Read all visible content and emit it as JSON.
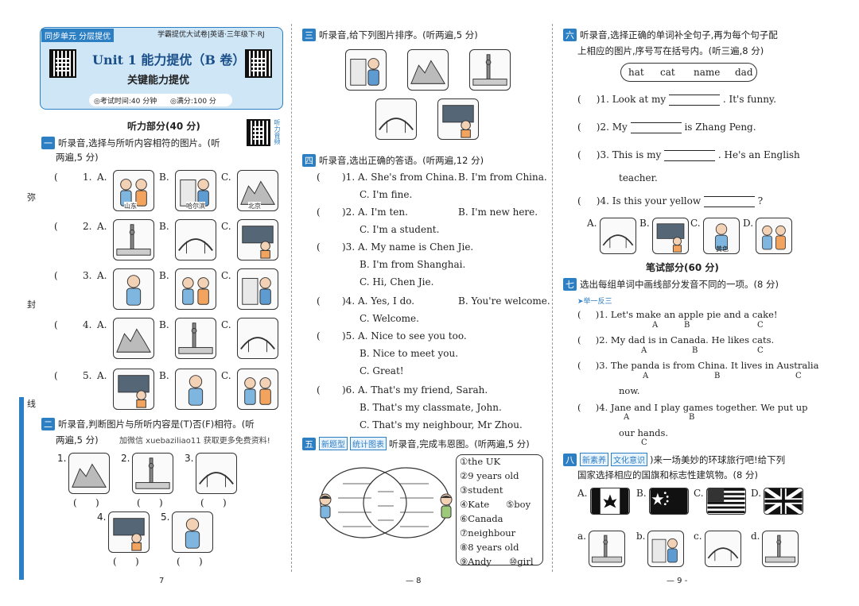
{
  "header": {
    "badge": "同步单元 分层提优",
    "book": "学霸提优大试卷|英语·三年级下·RJ",
    "unit_title": "Unit 1 能力提优（B 卷）",
    "subtitle": "关键能力提优",
    "time": "◎考试时间:40 分钟",
    "score": "◎满分:100 分"
  },
  "margin_chars": [
    "弥",
    "封",
    "线"
  ],
  "listening": "听力部分(40 分)",
  "s1": {
    "num": "一",
    "title": "听录音,选择与所听内容相符的图片。(听两遍,5 分)",
    "title_a": "听录音,选择与所听内容相符的图片。(听",
    "title_b": "两遍,5 分)",
    "items": [
      "1.",
      "2.",
      "3.",
      "4.",
      "5."
    ],
    "opts": [
      "A.",
      "B.",
      "C."
    ],
    "captions": [
      "山东",
      "哈尔滨",
      "北京"
    ]
  },
  "s2": {
    "num": "二",
    "title_a": "听录音,判断图片与所听内容是(T)否(F)相符。(听",
    "title_b": "两遍,5 分)",
    "promo": "加微信 xuebaziliao11 获取更多免费资料!",
    "items": [
      "1.",
      "2.",
      "3.",
      "4.",
      "5."
    ]
  },
  "page_nums": [
    "7",
    "— 8",
    "— 9 -"
  ],
  "s3": {
    "num": "三",
    "title": "听录音,给下列图片排序。(听两遍,5 分)"
  },
  "s4": {
    "num": "四",
    "title": "听录音,选出正确的答语。(听两遍,12 分)",
    "q": [
      {
        "n": ")1. A. She's from China.",
        "b": "B. I'm from China.",
        "c": "C. I'm fine."
      },
      {
        "n": ")2. A. I'm ten.",
        "b": "B. I'm new here.",
        "c": "C. I'm a student."
      },
      {
        "n": ")3. A. My name is Chen Jie.",
        "b": "B. I'm from Shanghai.",
        "c": "C. Hi, Chen Jie."
      },
      {
        "n": ")4. A. Yes, I do.",
        "b": "B. You're welcome.",
        "c": "C. Welcome."
      },
      {
        "n": ")5. A. Nice to see you too.",
        "b": "B. Nice to meet you.",
        "c": "C. Great!"
      },
      {
        "n": ")6. A. That's my friend, Sarah.",
        "b": "B. That's my classmate, John.",
        "c": "C. That's my neighbour, Mr Zhou."
      }
    ]
  },
  "s5": {
    "num": "五",
    "tag1": "新题型",
    "tag2": "统计图表",
    "title": "听录音,完成韦恩图。(听两遍,5 分)",
    "words": [
      "①the UK",
      "②9 years old",
      "③student",
      "④Kate",
      "⑤boy",
      "⑥Canada",
      "⑦neighbour",
      "⑧8 years old",
      "⑨Andy",
      "⑩girl"
    ]
  },
  "s6": {
    "num": "六",
    "title_a": "听录音,选择正确的单词补全句子,再为每个句子配",
    "title_b": "上相应的图片,序号写在括号内。(听三遍,8 分)",
    "words": [
      "hat",
      "cat",
      "name",
      "dad"
    ],
    "q1a": ")1. Look at my",
    "q1b": ". It's funny.",
    "q2a": ")2. My",
    "q2b": "is Zhang Peng.",
    "q3a": ")3. This is my",
    "q3b": ". He's an English",
    "q3c": "teacher.",
    "q4a": ")4. Is this your yellow",
    "q4b": "?",
    "opts": [
      "A.",
      "B.",
      "C.",
      "D."
    ],
    "caption_c": "黄色"
  },
  "writing": "笔试部分(60 分)",
  "s7": {
    "num": "七",
    "title": "选出每组单词中画线部分发音不同的一项。(8 分)",
    "hint": "➤举一反三",
    "q1": ")1. Let's make an apple pie and a cake!",
    "q2": ")2. My dad is in Canada. He likes cats.",
    "q3": ")3. The panda is from China. It lives in Australia",
    "q3b": "now.",
    "q4": ")4. Jane and I play games together. We put up",
    "q4b": "our hands.",
    "abc": [
      "A",
      "B",
      "C"
    ]
  },
  "s8": {
    "num": "八",
    "tag1": "新素养",
    "tag2": "文化意识",
    "title_a": ")来一场美妙的环球旅行吧!给下列",
    "title_b": "国家选择相应的国旗和标志性建筑物。(8 分)",
    "upper": [
      "A.",
      "B.",
      "C.",
      "D."
    ],
    "lower": [
      "a.",
      "b.",
      "c.",
      "d."
    ]
  },
  "paren": "(",
  "paren_close": ")",
  "qr_text": [
    "听力音频"
  ]
}
